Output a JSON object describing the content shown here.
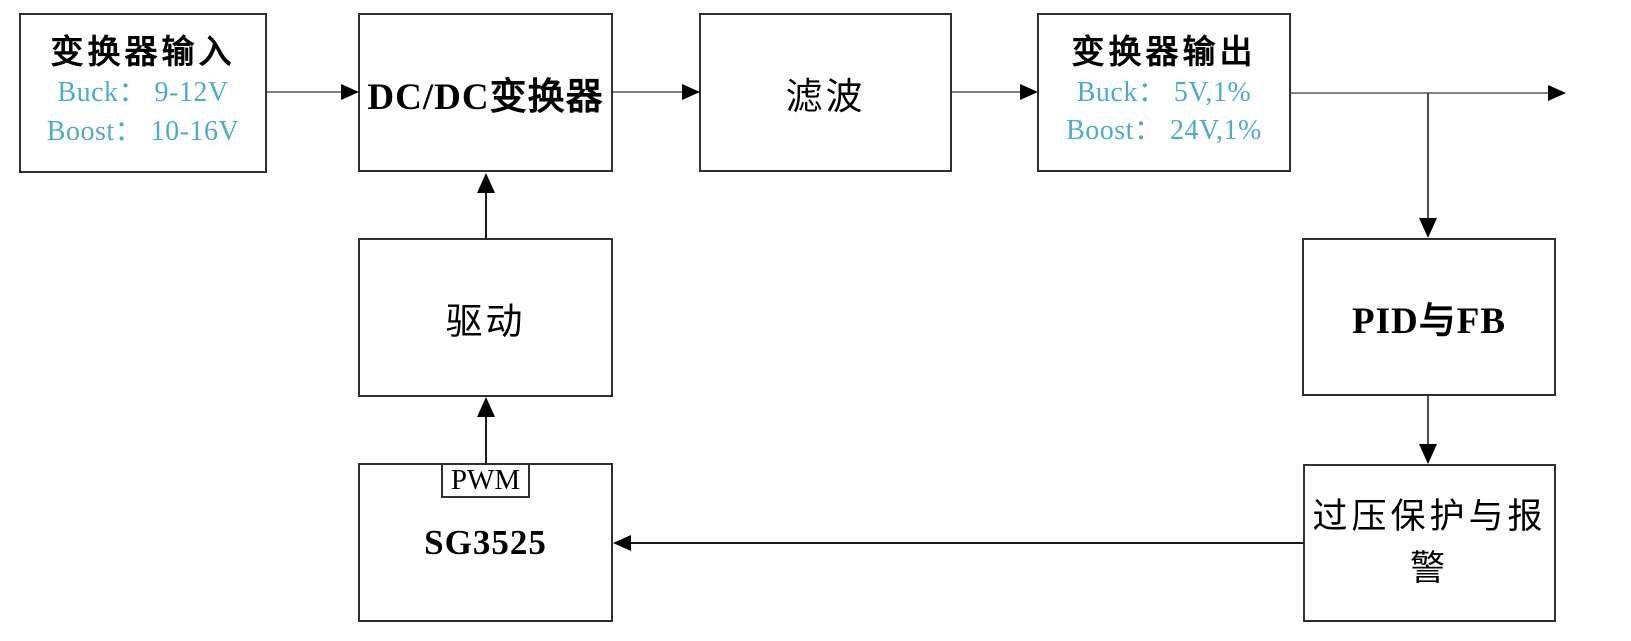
{
  "nodes": {
    "input": {
      "title": "变换器输入",
      "line1": "Buck： 9-12V",
      "line2": "Boost： 10-16V"
    },
    "dcdc": {
      "label": "DC/DC变换器"
    },
    "filter": {
      "label": "滤波"
    },
    "output": {
      "title": "变换器输出",
      "line1": "Buck： 5V,1%",
      "line2": "Boost： 24V,1%"
    },
    "drive": {
      "label": "驱动"
    },
    "pwm": {
      "label": "PWM"
    },
    "sg3525": {
      "label": "SG3525"
    },
    "pid": {
      "label": "PID与FB"
    },
    "ovp": {
      "label": "过压保护与报警"
    }
  },
  "colors": {
    "spec_text": "#4BACC6",
    "box_border": "#2f2f2f",
    "connector_gray": "#808080",
    "connector_dark": "#1a1a1a",
    "arrowhead": "#000000",
    "background": "#ffffff"
  }
}
